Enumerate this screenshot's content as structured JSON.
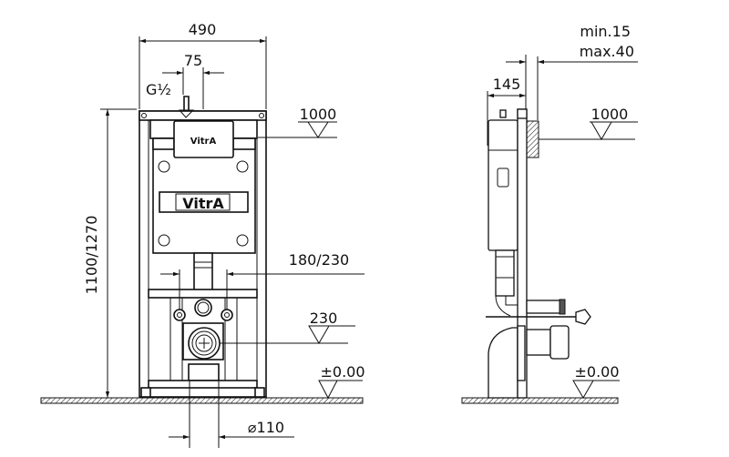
{
  "front_view": {
    "dim_width": "490",
    "dim_supply_offset": "75",
    "supply_thread": "G½",
    "dim_height": "1100/1270",
    "level_flush": "1000",
    "dim_bolt_spacing": "180/230",
    "level_drain": "230",
    "level_floor": "±0.00",
    "dim_drain_diameter": "⌀110",
    "logo_plate": "VitrA",
    "logo_panel": "VitrA"
  },
  "side_view": {
    "dim_depth": "145",
    "dim_wall_min": "min.15",
    "dim_wall_max": "max.40",
    "level_flush": "1000",
    "level_floor": "±0.00"
  }
}
